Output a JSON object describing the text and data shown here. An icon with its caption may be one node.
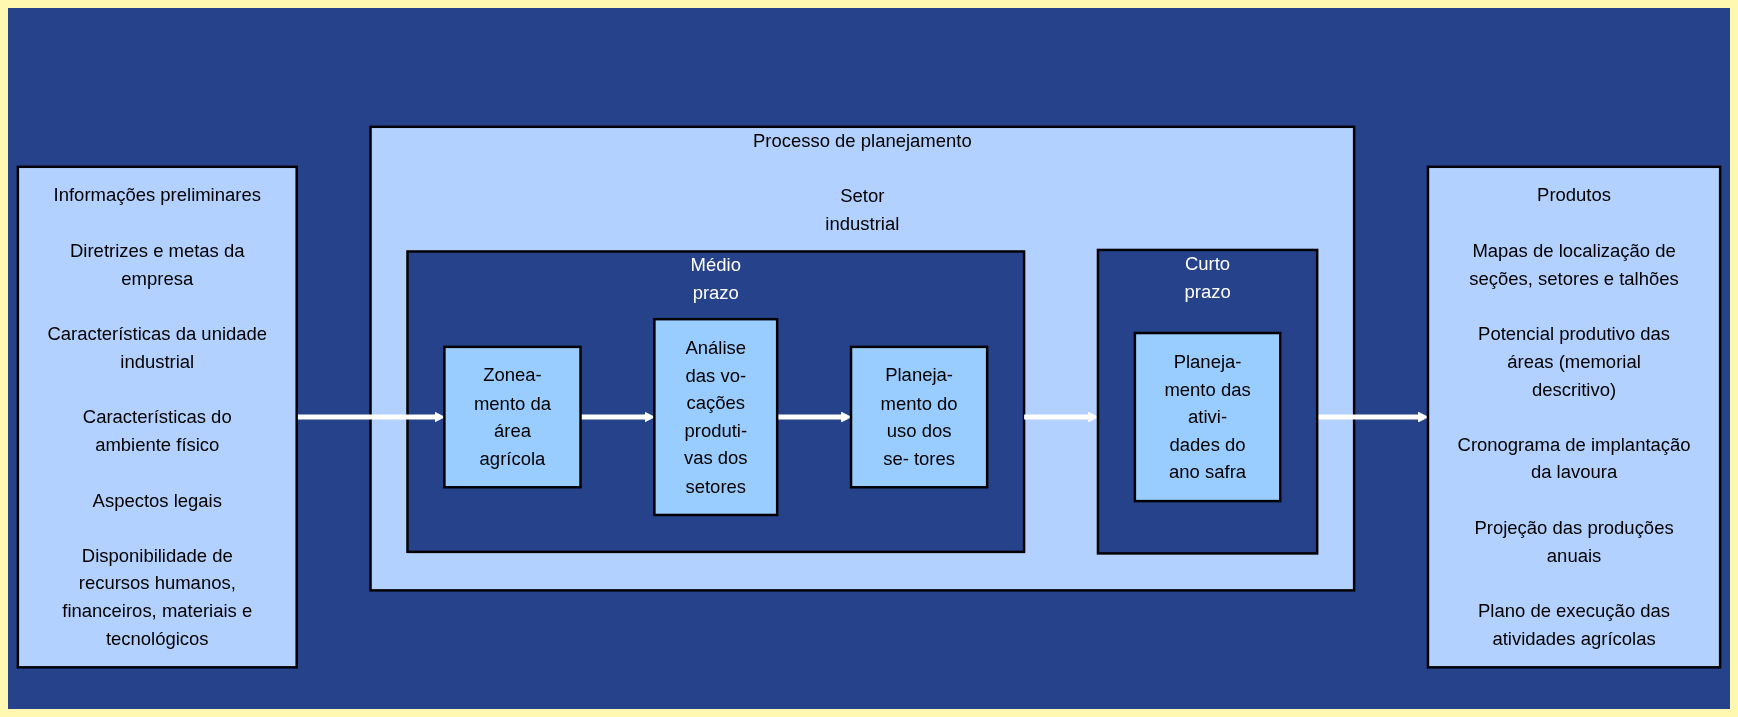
{
  "diagram": {
    "nodes": [
      {
        "text": [
          "Informações preliminares",
          "Diretrizes e metas da empresa",
          "Características da unidade industrial",
          "Características do ambiente físico",
          "Aspectos legais",
          "Disponibilidade de recursos humanos, financeiros, materiais e tecnológicos"
        ]
      },
      {
        "text": [
          "Processo de planejamento",
          "Setor industrial"
        ]
      },
      {
        "text": [
          "Médio prazo"
        ],
        "in": 1
      },
      {
        "text": [
          "Zonea- mento da área agrícola"
        ],
        "in": 2
      },
      {
        "text": [
          "Análise das vo- cações produti- vas dos setores"
        ],
        "in": 2
      },
      {
        "text": [
          "Planeja- mento do uso dos se- tores"
        ],
        "in": 2
      },
      {
        "text": [
          "Curto prazo"
        ],
        "in": 1
      },
      {
        "text": [
          "Planeja- mento das ativi- dades do ano safra"
        ],
        "in": 6
      },
      {
        "text": [
          "Produtos",
          "Mapas de localização de seções, setores e talhões",
          "Potencial produtivo das áreas (memorial descritivo)",
          "Cronograma de implantação da lavoura",
          "Projeção das produções anuais",
          "Plano de execução das atividades agrícolas"
        ]
      }
    ],
    "edges": [
      {
        "from": 0,
        "to": 3,
        "arrow": "to"
      },
      {
        "from": 3,
        "to": 4,
        "arrow": "to"
      },
      {
        "from": 4,
        "to": 5,
        "arrow": "to"
      },
      {
        "from": 2,
        "to": 6,
        "arrow": "to"
      },
      {
        "from": 6,
        "to": 8,
        "arrow": "to"
      }
    ]
  }
}
